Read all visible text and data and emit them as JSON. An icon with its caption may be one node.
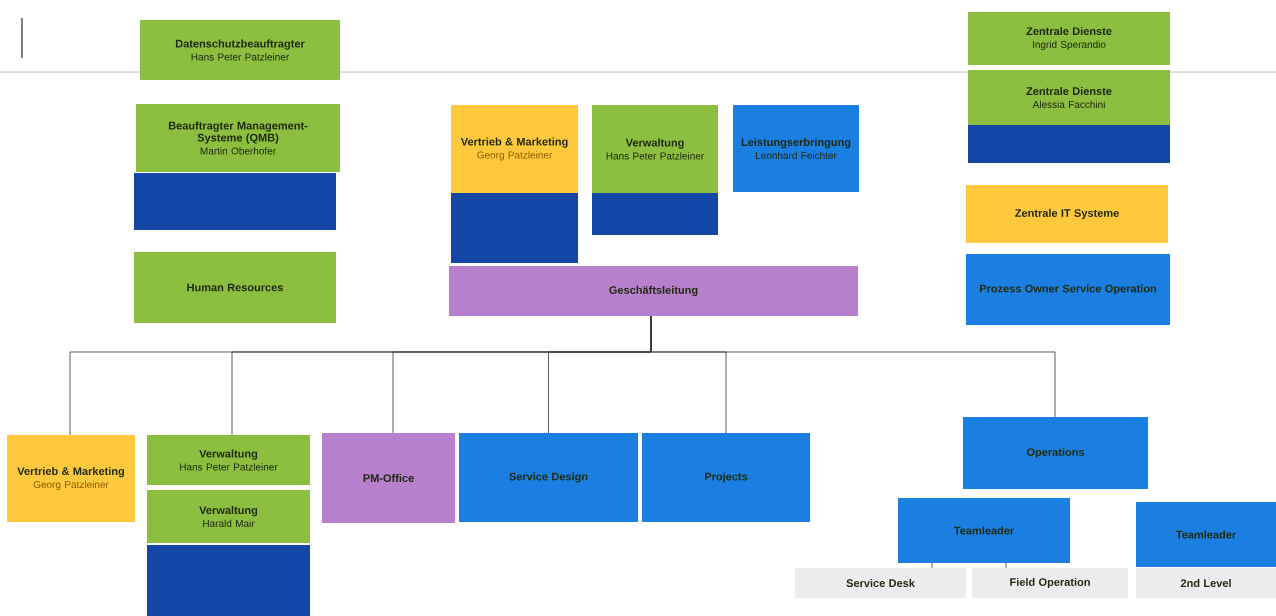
{
  "diagram": {
    "nodes": [
      {
        "text": [
          "Datenschutzbeauftragter",
          "Hans Peter Patzleiner"
        ]
      },
      {
        "text": [
          "Zentrale Dienste",
          "Ingrid Sperandio"
        ]
      },
      {
        "text": [
          "Beauftragter Management-Systeme (QMB)",
          "Martin Oberhofer"
        ]
      },
      {
        "text": [],
        "shape": "box"
      },
      {
        "text": [
          "Vertrieb & Marketing",
          "Georg Patzleiner"
        ]
      },
      {
        "text": [
          "Verwaltung",
          "Hans Peter Patzleiner"
        ]
      },
      {
        "text": [
          "Leistungserbringung",
          "Leonhard Feichter"
        ]
      },
      {
        "text": [],
        "shape": "box"
      },
      {
        "text": [],
        "shape": "box"
      },
      {
        "text": [
          "Zentrale Dienste",
          "Alessia Facchini"
        ]
      },
      {
        "text": [],
        "shape": "box"
      },
      {
        "text": [
          "Zentrale IT Systeme"
        ]
      },
      {
        "text": [
          "Human Resources"
        ]
      },
      {
        "text": [
          "Geschäftsleitung"
        ]
      },
      {
        "text": [
          "Prozess Owner Service Operation"
        ]
      },
      {
        "text": [
          "Vertrieb & Marketing",
          "Georg Patzleiner"
        ]
      },
      {
        "text": [
          "Verwaltung",
          "Hans Peter Patzleiner"
        ]
      },
      {
        "text": [
          "Verwaltung",
          "Harald Mair"
        ]
      },
      {
        "text": [],
        "shape": "box"
      },
      {
        "text": [
          "PM-Office"
        ]
      },
      {
        "text": [
          "Service Design"
        ]
      },
      {
        "text": [
          "Projects"
        ]
      },
      {
        "text": [
          "Operations"
        ]
      },
      {
        "text": [
          "Teamleader"
        ]
      },
      {
        "text": [
          "Teamleader"
        ]
      },
      {
        "text": [
          "Service Desk"
        ]
      },
      {
        "text": [
          "Field Operation"
        ]
      },
      {
        "text": [
          "2nd Level"
        ]
      }
    ],
    "edges": [
      {
        "from": 13,
        "to": 15,
        "arrow": "none"
      },
      {
        "from": 13,
        "to": 16,
        "arrow": "none"
      },
      {
        "from": 13,
        "to": 19,
        "arrow": "none"
      },
      {
        "from": 13,
        "to": 20,
        "arrow": "none"
      },
      {
        "from": 13,
        "to": 21,
        "arrow": "none"
      },
      {
        "from": 13,
        "to": 22,
        "arrow": "none"
      },
      {
        "from": 23,
        "to": 25,
        "arrow": "none"
      },
      {
        "from": 23,
        "to": 26,
        "arrow": "none"
      }
    ]
  }
}
